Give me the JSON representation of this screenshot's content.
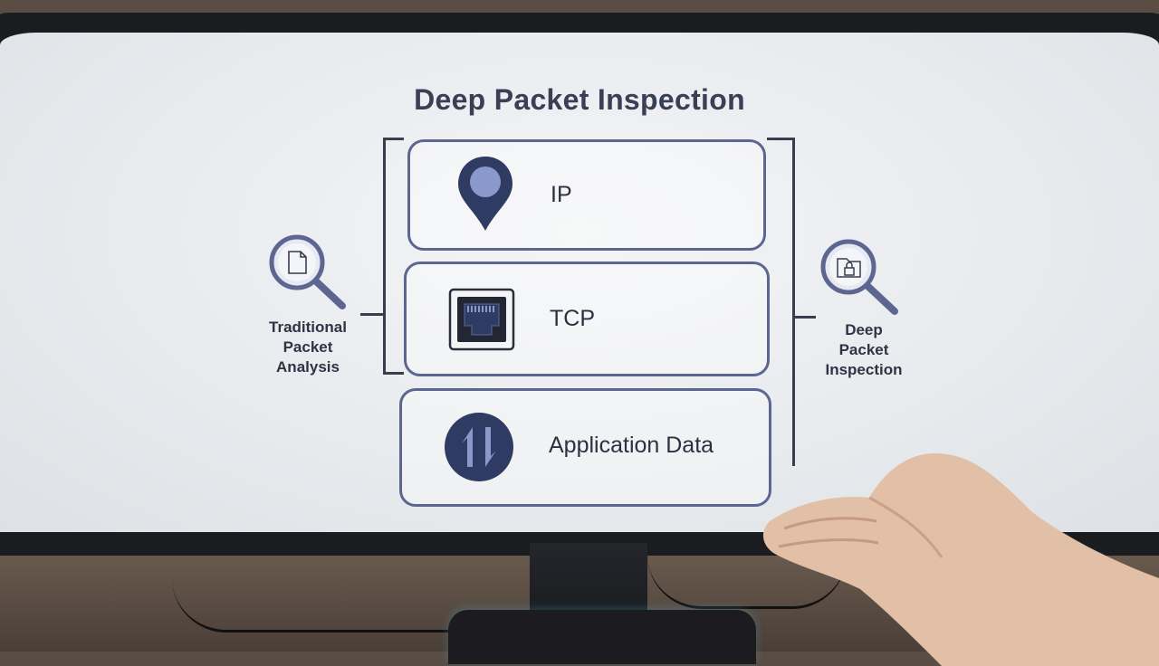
{
  "slide": {
    "title": "Deep Packet Inspection",
    "layers": [
      {
        "label": "IP",
        "icon": "location-pin-icon"
      },
      {
        "label": "TCP",
        "icon": "ethernet-port-icon"
      },
      {
        "label": "Application Data",
        "icon": "up-down-arrows-icon"
      }
    ],
    "left_caption": [
      "Traditional",
      "Packet",
      "Analysis"
    ],
    "right_caption": [
      "Deep",
      "Packet",
      "Inspection"
    ]
  },
  "colors": {
    "accent": "#5d6690",
    "dark_icon": "#2f3b62",
    "light_icon": "#8a98cc",
    "text": "#2c3041"
  }
}
